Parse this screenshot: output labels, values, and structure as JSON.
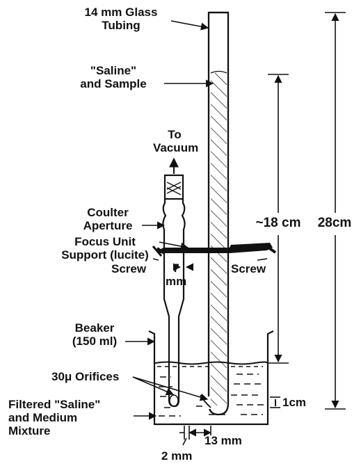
{
  "labels": {
    "glass_tubing": [
      "14 mm Glass",
      "Tubing"
    ],
    "saline_sample": [
      "\"Saline\"",
      "and Sample"
    ],
    "to_vacuum": [
      "To",
      "Vacuum"
    ],
    "coulter_aperture": [
      "Coulter",
      "Aperture"
    ],
    "focus_unit": [
      "Focus Unit",
      "Support (lucite)"
    ],
    "screw_left": "Screw",
    "screw_right": "Screw",
    "gap_7mm": [
      "7",
      "mm"
    ],
    "beaker": [
      "Beaker",
      "(150 ml)"
    ],
    "orifices": "30μ Orifices",
    "filtered": [
      "Filtered \"Saline\"",
      "and Medium",
      "Mixture"
    ],
    "dim_18cm": "~18 cm",
    "dim_28cm": "28cm",
    "dim_1cm": "1cm",
    "dim_13mm": "13 mm",
    "dim_2mm": "2 mm"
  },
  "colors": {
    "ink": "#111111",
    "background": "#ffffff"
  }
}
